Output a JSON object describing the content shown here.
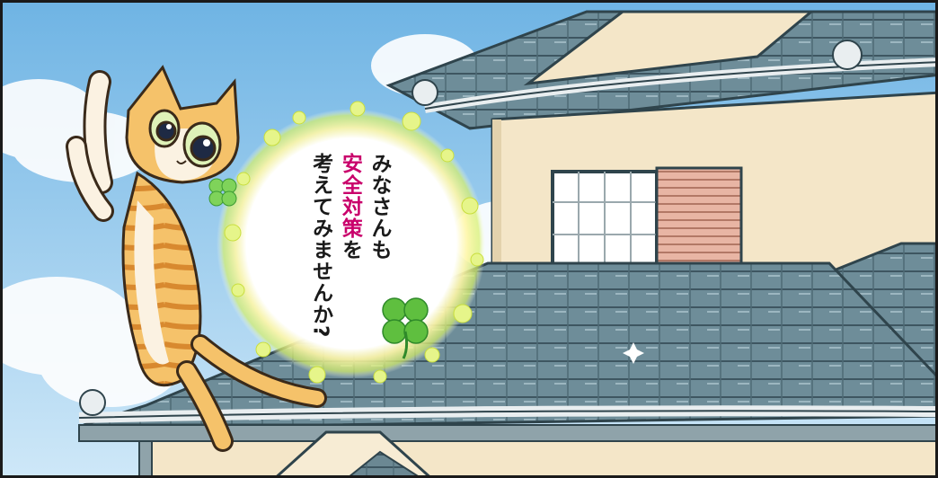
{
  "speech": {
    "line1": "みなさんも",
    "line2_highlight": "安全対策",
    "line2_rest": "を",
    "line3": "考えてみませんか?",
    "highlight_color": "#c9006b"
  },
  "colors": {
    "sky": "#8fc6ea",
    "roof_tile": "#6e8d99",
    "wall": "#f4e6c8",
    "cat_fur": "#f0b85a",
    "clover": "#5fbf3f"
  },
  "illustration": {
    "subjects": [
      "cat",
      "house-roof",
      "window",
      "shutter",
      "clover",
      "speech-bubble"
    ]
  }
}
